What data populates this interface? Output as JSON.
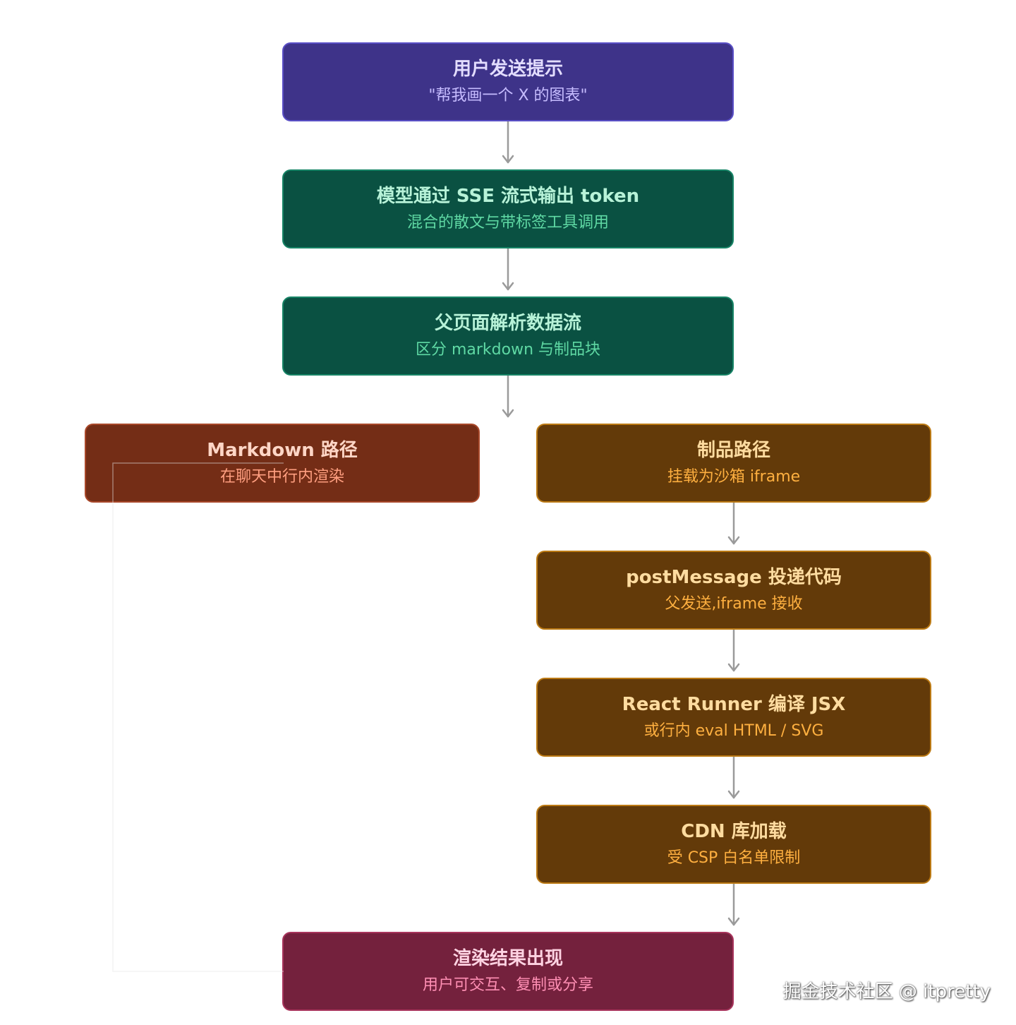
{
  "nodes": {
    "prompt": {
      "title": "用户发送提示",
      "subtitle": "\"帮我画一个 X 的图表\""
    },
    "sse": {
      "title": "模型通过 SSE 流式输出 token",
      "subtitle": "混合的散文与带标签工具调用"
    },
    "parse": {
      "title": "父页面解析数据流",
      "subtitle": "区分 markdown 与制品块"
    },
    "markdown": {
      "title": "Markdown 路径",
      "subtitle": "在聊天中行内渲染"
    },
    "artifact": {
      "title": "制品路径",
      "subtitle": "挂载为沙箱 iframe"
    },
    "postmessage": {
      "title": "postMessage 投递代码",
      "subtitle": "父发送,iframe 接收"
    },
    "runner": {
      "title": "React Runner 编译 JSX",
      "subtitle": "或行内 eval HTML / SVG"
    },
    "cdn": {
      "title": "CDN 库加载",
      "subtitle": "受 CSP 白名单限制"
    },
    "result": {
      "title": "渲染结果出现",
      "subtitle": "用户可交互、复制或分享"
    }
  },
  "watermark": "掘金技术社区 @ itpretty",
  "colors": {
    "edge": "#9a9a9a",
    "markdown_path_line": "#e2e2e2"
  }
}
